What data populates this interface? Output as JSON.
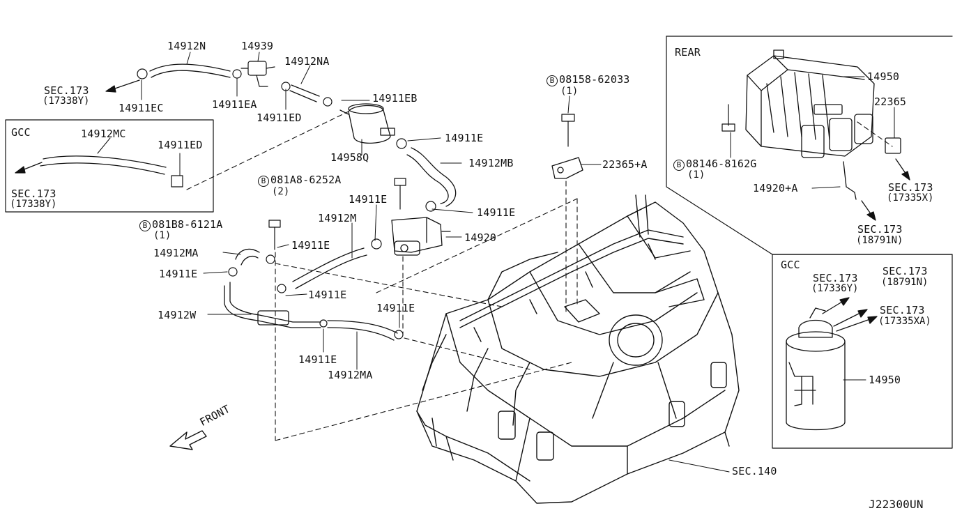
{
  "labels": {
    "p14912N": "14912N",
    "p14939": "14939",
    "p14912NA": "14912NA",
    "sec173_a": "SEC.173",
    "sec173_a_sub": "(17338Y)",
    "p14911EC": "14911EC",
    "p14911EA": "14911EA",
    "p14911ED_top": "14911ED",
    "p14911EB": "14911EB",
    "gcc_left": "GCC",
    "p14912MC": "14912MC",
    "p14911ED_gcc": "14911ED",
    "sec173_b": "SEC.173",
    "sec173_b_sub": "(17338Y)",
    "p14958Q": "14958Q",
    "p14911E_1": "14911E",
    "p14912MB": "14912MB",
    "bolt_081A8": "081A8-6252A",
    "bolt_081A8_qty": "(2)",
    "p14911E_2": "14911E",
    "p14911E_3": "14911E",
    "p14912M": "14912M",
    "bolt_081B8": "081B8-6121A",
    "bolt_081B8_qty": "(1)",
    "p14920": "14920",
    "p14912MA_1": "14912MA",
    "p14911E_4": "14911E",
    "p14911E_5": "14911E",
    "p14911E_6": "14911E",
    "p14912W": "14912W",
    "p14911E_7": "14911E",
    "p14911E_8": "14911E",
    "p14912MA_2": "14912MA",
    "front": "FRONT",
    "bolt_08158": "08158-62033",
    "bolt_08158_qty": "(1)",
    "p22365A": "22365+A",
    "rear": "REAR",
    "p14950_rear": "14950",
    "p22365": "22365",
    "bolt_08146": "08146-8162G",
    "bolt_08146_qty": "(1)",
    "sec173_c": "SEC.173",
    "sec173_c_sub": "(17335X)",
    "p14920A": "14920+A",
    "sec173_d": "SEC.173",
    "sec173_d_sub": "(18791N)",
    "gcc_right": "GCC",
    "sec173_e": "SEC.173",
    "sec173_e_sub": "(17336Y)",
    "sec173_f": "SEC.173",
    "sec173_f_sub": "(18791N)",
    "sec173_g": "SEC.173",
    "sec173_g_sub": "(17335XA)",
    "p14950_gcc": "14950",
    "sec140": "SEC.140",
    "diagram_id": "J22300UN",
    "bolt_marker": "B"
  },
  "colors": {
    "line": "#111111",
    "background": "#ffffff"
  }
}
